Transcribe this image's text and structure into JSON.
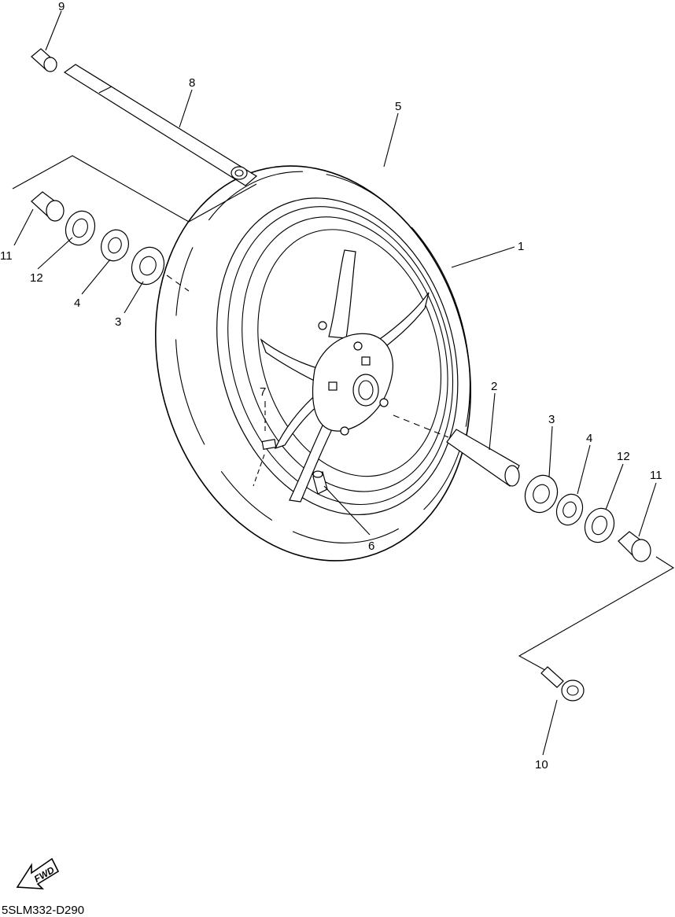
{
  "diagram": {
    "code": "5SLM332-D290",
    "fwd_label": "FWD",
    "callouts": [
      {
        "id": "1",
        "label": "1"
      },
      {
        "id": "2",
        "label": "2"
      },
      {
        "id": "3a",
        "label": "3"
      },
      {
        "id": "3b",
        "label": "3"
      },
      {
        "id": "4a",
        "label": "4"
      },
      {
        "id": "4b",
        "label": "4"
      },
      {
        "id": "5",
        "label": "5"
      },
      {
        "id": "6",
        "label": "6"
      },
      {
        "id": "7",
        "label": "7"
      },
      {
        "id": "8",
        "label": "8"
      },
      {
        "id": "9",
        "label": "9"
      },
      {
        "id": "10",
        "label": "10"
      },
      {
        "id": "11a",
        "label": "11"
      },
      {
        "id": "11b",
        "label": "11"
      },
      {
        "id": "12a",
        "label": "12"
      },
      {
        "id": "12b",
        "label": "12"
      }
    ]
  }
}
